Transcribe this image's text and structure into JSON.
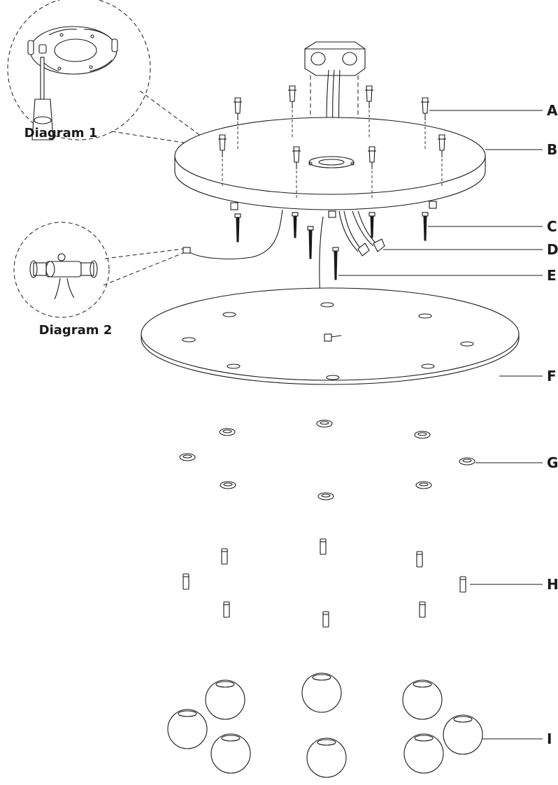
{
  "callouts": {
    "diagram1": "Diagram 1",
    "diagram2": "Diagram 2"
  },
  "parts": [
    {
      "id": "A"
    },
    {
      "id": "B"
    },
    {
      "id": "C"
    },
    {
      "id": "D"
    },
    {
      "id": "E"
    },
    {
      "id": "F"
    },
    {
      "id": "G"
    },
    {
      "id": "H"
    },
    {
      "id": "I"
    }
  ],
  "colors": {
    "line": "#1a1a1a",
    "background": "#ffffff"
  }
}
